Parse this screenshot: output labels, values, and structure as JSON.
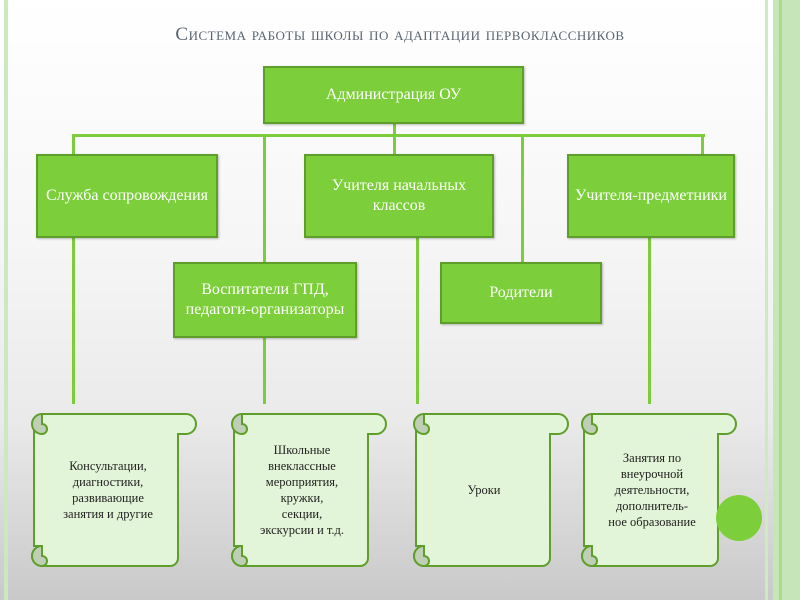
{
  "title": "Система работы школы по адаптации первоклассников",
  "colors": {
    "box_fill": "#7ccf3a",
    "box_border": "#5f9e2a",
    "connector": "#7ccc3c",
    "scroll_fill": "#e3f5d8",
    "scroll_border": "#5f9e2a"
  },
  "nodes": {
    "admin": "Администрация ОУ",
    "support": "Служба сопровождения",
    "primary_teachers": "Учителя начальных классов",
    "subject_teachers": "Учителя-предметники",
    "educators": "Воспитатели ГПД, педагоги-организаторы",
    "parents": "Родители"
  },
  "scrolls": [
    {
      "text": "Консультации,\nдиагностики,\nразвивающие\nзанятия и другие"
    },
    {
      "text": "Школьные\nвнеклассные\nмероприятия,\nкружки,\nсекции,\nэкскурсии и т.д."
    },
    {
      "text": "Уроки"
    },
    {
      "text": "Занятия по\nвнеурочной\nдеятельности,\nдополнитель-\nное образование"
    }
  ]
}
